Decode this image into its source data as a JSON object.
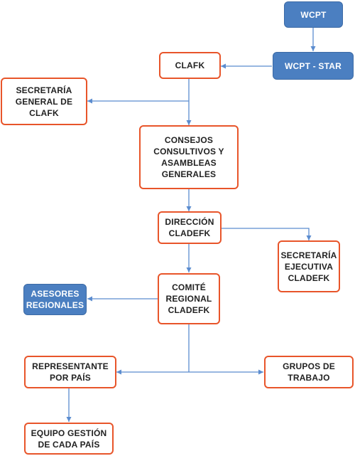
{
  "colors": {
    "accent_outline": "#e8552a",
    "accent_fill": "#4b7fc1",
    "connector": "#5b8ccf",
    "text_dark": "#222222",
    "text_light": "#ffffff"
  },
  "nodes": {
    "wcpt": {
      "label": "WCPT"
    },
    "wcpt_star": {
      "label": "WCPT - STAR"
    },
    "clafk": {
      "label": "CLAFK"
    },
    "secretaria_general": {
      "label": "SECRETARÍA\nGENERAL DE\nCLAFK"
    },
    "consejos": {
      "label": "CONSEJOS\nCONSULTIVOS Y\nASAMBLEAS\nGENERALES"
    },
    "direccion": {
      "label": "DIRECCIÓN\nCLADEFK"
    },
    "secretaria_ejecutiva": {
      "label": "SECRETARÍA\nEJECUTIVA\nCLADEFK"
    },
    "asesores": {
      "label": "ASESORES\nREGIONALES"
    },
    "comite": {
      "label": "COMITÉ\nREGIONAL\nCLADEFK"
    },
    "representante": {
      "label": "REPRESENTANTE\nPOR PAÍS"
    },
    "grupos": {
      "label": "GRUPOS DE\nTRABAJO"
    },
    "equipo": {
      "label": "EQUIPO GESTIÓN\nDE CADA PAÍS"
    }
  }
}
